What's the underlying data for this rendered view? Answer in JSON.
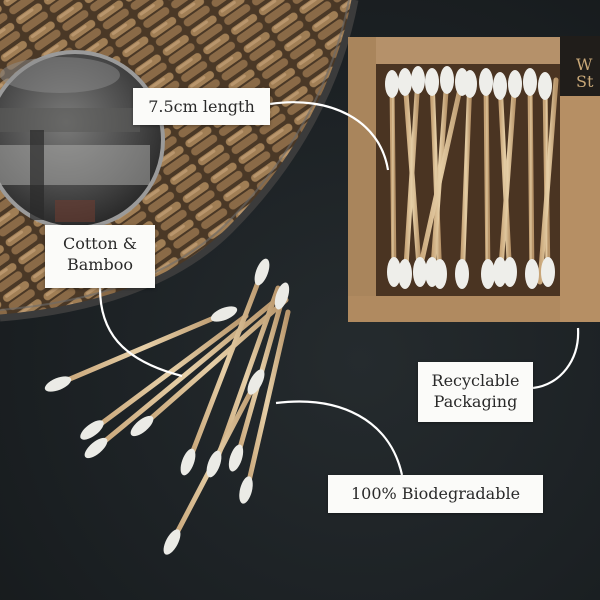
{
  "image": {
    "subject": "bamboo cotton swabs in a kraft box beside a wicker basket and glass dish on a dark slate surface",
    "colors": {
      "background": "#1b2023",
      "label_bg": "#fbfbf9",
      "label_text": "#2a2a2a",
      "callout_line": "#ffffff",
      "kraft_box": "#b08a60",
      "bamboo_stick": "#dcc29a",
      "cotton_tip": "#eeeeea",
      "wicker": "#8a6a47"
    }
  },
  "callouts": {
    "length": {
      "text": "7.5cm length"
    },
    "material": {
      "line1": "Cotton &",
      "line2": "Bamboo"
    },
    "packaging": {
      "line1": "Recyclable",
      "line2": "Packaging"
    },
    "biodegradable": {
      "text": "100% Biodegradable"
    }
  },
  "box_brand": {
    "text": "W\nSt"
  }
}
